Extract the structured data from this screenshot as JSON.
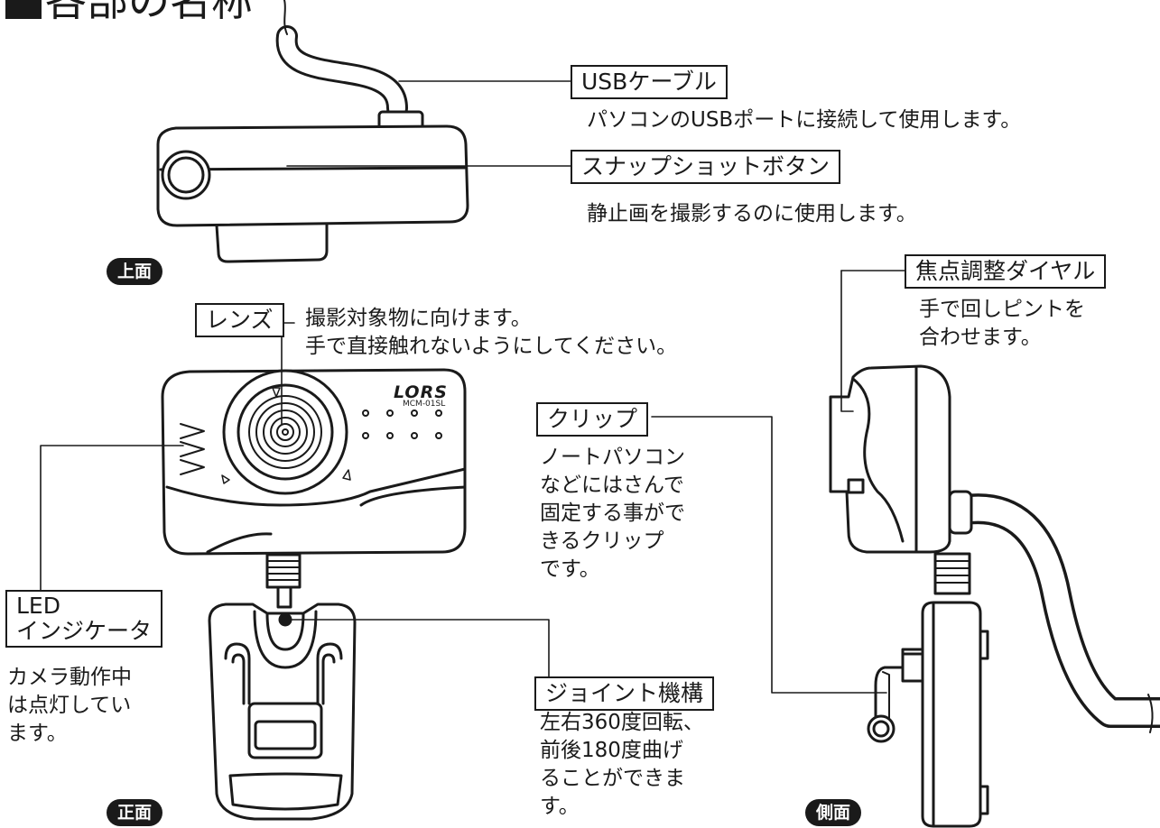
{
  "title": "各部の名称",
  "views": {
    "top": "上面",
    "front": "正面",
    "side": "側面"
  },
  "camera_brand": "LORS",
  "camera_model": "MCM-01SL",
  "parts": {
    "usb_cable": {
      "label": "USBケーブル",
      "desc": "パソコンのUSBポートに接続して使用します。"
    },
    "snapshot_button": {
      "label": "スナップショットボタン",
      "desc": "静止画を撮影するのに使用します。"
    },
    "focus_dial": {
      "label": "焦点調整ダイヤル",
      "desc": [
        "手で回しピントを",
        "合わせます。"
      ]
    },
    "lens": {
      "label": "レンズ",
      "desc": [
        "撮影対象物に向けます。",
        "手で直接触れないようにしてください。"
      ]
    },
    "clip": {
      "label": "クリップ",
      "desc": [
        "ノートパソコン",
        "などにはさんで",
        "固定する事がで",
        "きるクリップ",
        "です。"
      ]
    },
    "led": {
      "label": [
        "LED",
        "インジケータ"
      ],
      "desc": [
        "カメラ動作中",
        "は点灯してい",
        "ます。"
      ]
    },
    "joint": {
      "label": "ジョイント機構",
      "desc": [
        "左右360度回転、",
        "前後180度曲げ",
        "ることができま",
        "す。"
      ]
    }
  }
}
